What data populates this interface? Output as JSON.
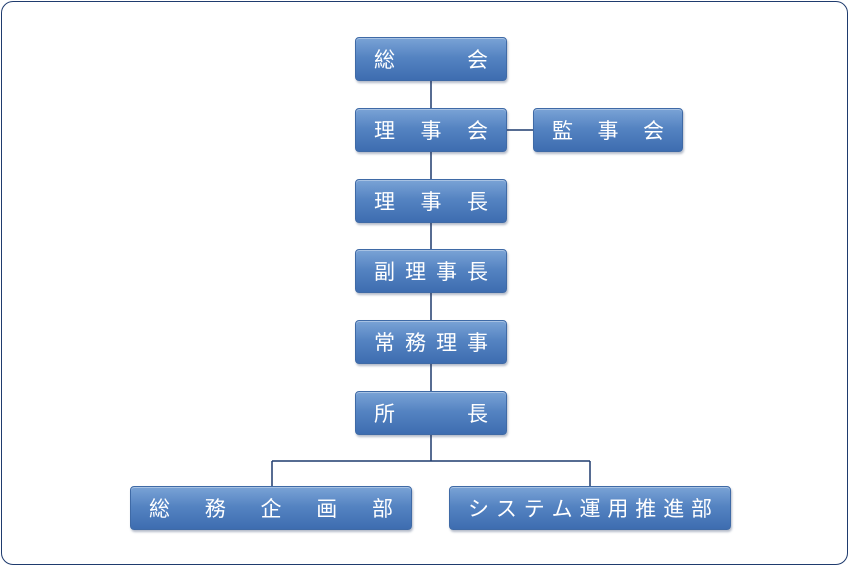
{
  "nodes": {
    "general_meeting": [
      "総",
      "会"
    ],
    "board": [
      "理",
      "事",
      "会"
    ],
    "auditors": [
      "監",
      "事",
      "会"
    ],
    "chairman": [
      "理",
      "事",
      "長"
    ],
    "vice_chairman": [
      "副",
      "理",
      "事",
      "長"
    ],
    "managing_director": [
      "常",
      "務",
      "理",
      "事"
    ],
    "director": [
      "所",
      "長"
    ],
    "general_planning": [
      "総",
      "務",
      "企",
      "画",
      "部"
    ],
    "system_ops": [
      "シ",
      "ス",
      "テ",
      "ム",
      "運",
      "用",
      "推",
      "進",
      "部"
    ]
  },
  "colors": {
    "box_top": "#7aa3d6",
    "box_bottom": "#3e6db0",
    "line": "#1f3b6e",
    "frame": "#1f3b6e"
  }
}
